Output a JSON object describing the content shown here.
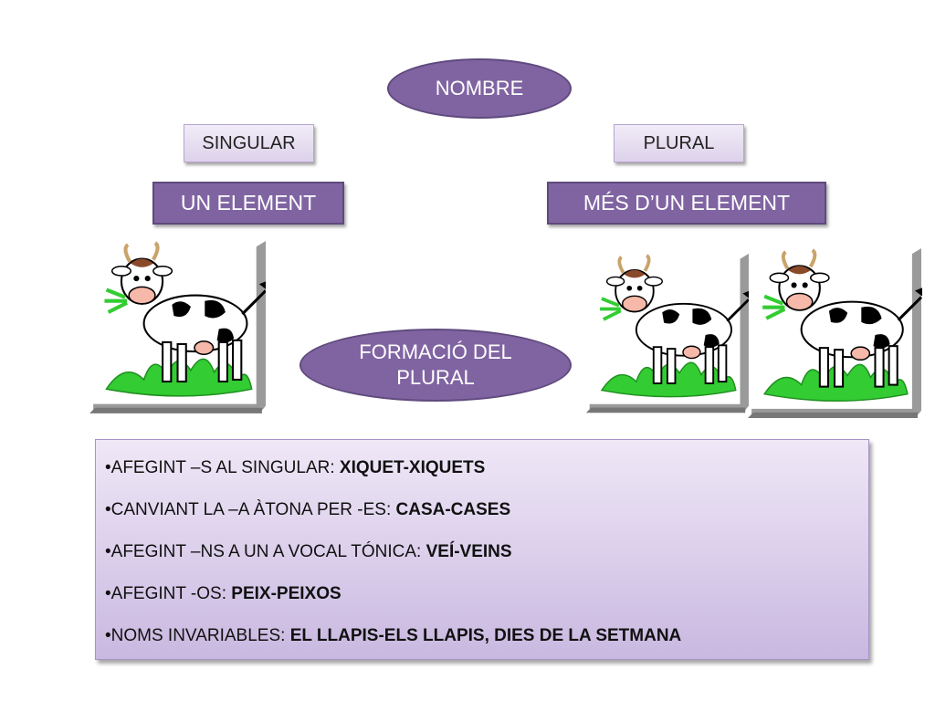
{
  "diagram": {
    "root": "NOMBRE",
    "singular": {
      "label": "SINGULAR",
      "description": "UN ELEMENT"
    },
    "plural": {
      "label": "PLURAL",
      "description": "MÉS D’UN ELEMENT"
    },
    "formation": "FORMACIÓ DEL PLURAL",
    "rules": [
      {
        "bullet": "•",
        "text": "AFEGINT –S  AL SINGULAR: ",
        "example": "XIQUET-XIQUETS"
      },
      {
        "bullet": "•",
        "text": "CANVIANT LA –A  ÀTONA PER -ES: ",
        "example": "CASA-CASES"
      },
      {
        "bullet": "•",
        "text": "AFEGINT –NS A UN A VOCAL TÓNICA: ",
        "example": "VEÍ-VEINS"
      },
      {
        "bullet": "•",
        "text": "AFEGINT -OS: ",
        "example": "PEIX-PEIXOS"
      },
      {
        "bullet": "•",
        "text": "NOMS INVARIABLES: ",
        "example": "EL LLAPIS-ELS LLAPIS, DIES DE LA SETMANA"
      }
    ]
  },
  "illustrations": {
    "singular_cows": 1,
    "plural_cows": 2,
    "icon": "cow-illustration"
  },
  "colors": {
    "accent": "#8064a2",
    "accent_border": "#5f4a7d",
    "light_box": "#e6dcf0",
    "rules_bg": "#d9cdea",
    "grass": "#33cc33"
  }
}
